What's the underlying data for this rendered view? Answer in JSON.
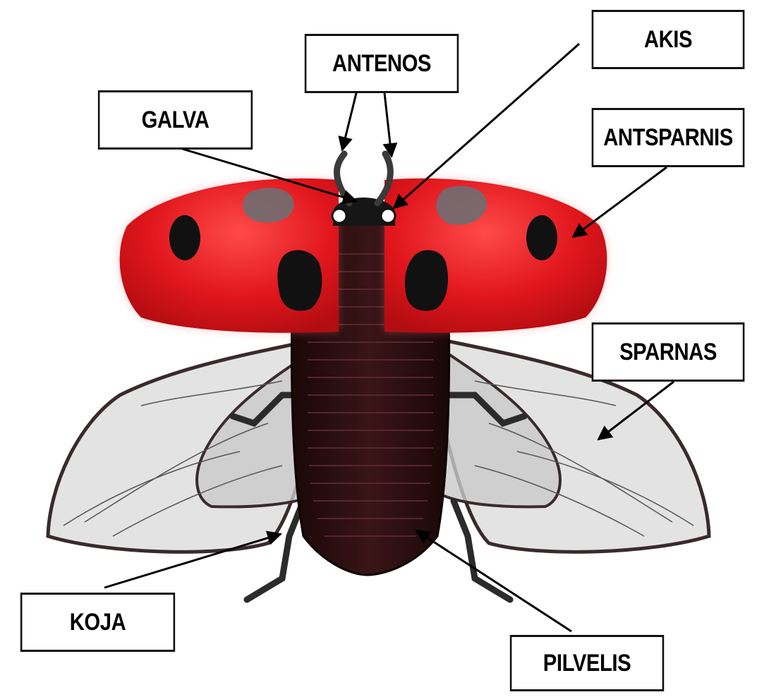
{
  "diagram": {
    "subject": "ladybug",
    "labels": {
      "antenos": "ANTENOS",
      "galva": "GALVA",
      "akis": "AKIS",
      "antsparnis": "ANTSPARNIS",
      "sparnas": "SPARNAS",
      "koja": "KOJA",
      "pilvelis": "PILVELIS"
    },
    "colors": {
      "elytra": "#e0161c",
      "spots": "#111111",
      "body": "#2a1012",
      "wings": "#d9d9d9",
      "outline": "#000000"
    }
  }
}
